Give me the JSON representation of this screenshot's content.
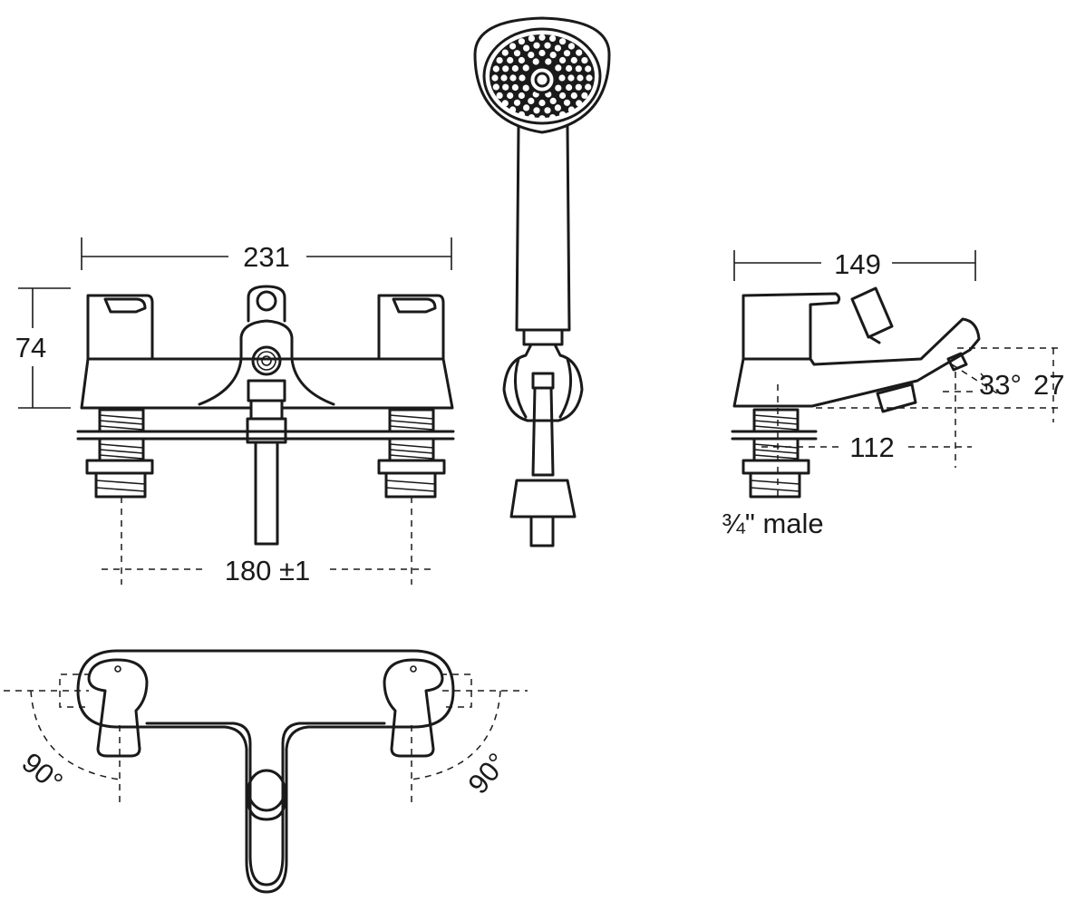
{
  "dimensions": {
    "overall_width": "231",
    "height": "74",
    "tap_centres": "180 ±1",
    "depth": "149",
    "spout_angle": "33°",
    "spout_outlet_height": "27",
    "spout_projection": "112",
    "connection": "¾\" male",
    "lever_rotation_left": "90°",
    "lever_rotation_right": "90°"
  }
}
